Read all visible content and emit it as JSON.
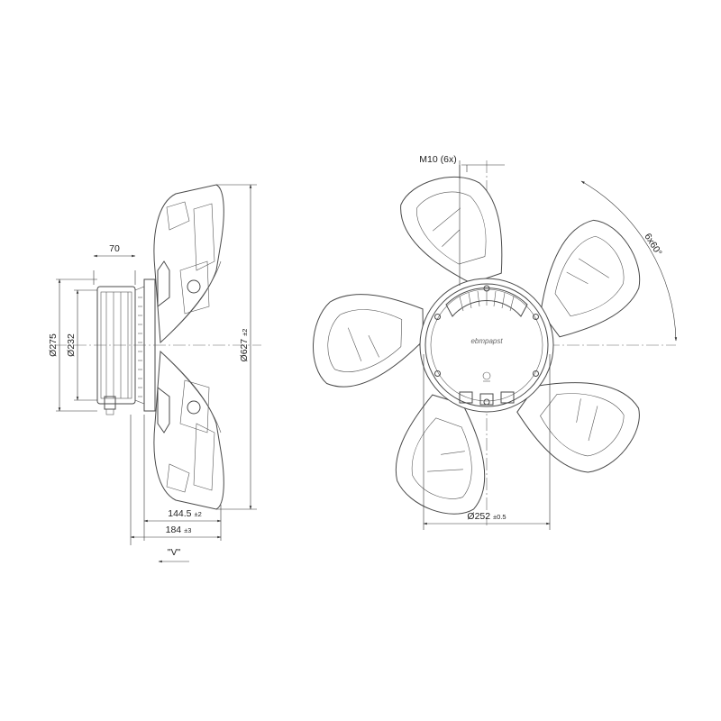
{
  "dimensions": {
    "depth_70": "70",
    "diameter_275": "Ø275",
    "diameter_232": "Ø232",
    "diameter_627": "Ø627",
    "diameter_627_tol": "±2",
    "width_144_5": "144.5",
    "width_144_5_tol": "±2",
    "width_184": "184",
    "width_184_tol": "±3",
    "airflow_label": "\"V\"",
    "thread_label": "M10 (6x)",
    "angle_label": "6x60°",
    "diameter_252": "Ø252",
    "diameter_252_tol": "±0.5"
  },
  "brand_logo": "ebmpapst",
  "colors": {
    "line": "#4a4a4a",
    "text": "#222222",
    "background": "#ffffff"
  }
}
